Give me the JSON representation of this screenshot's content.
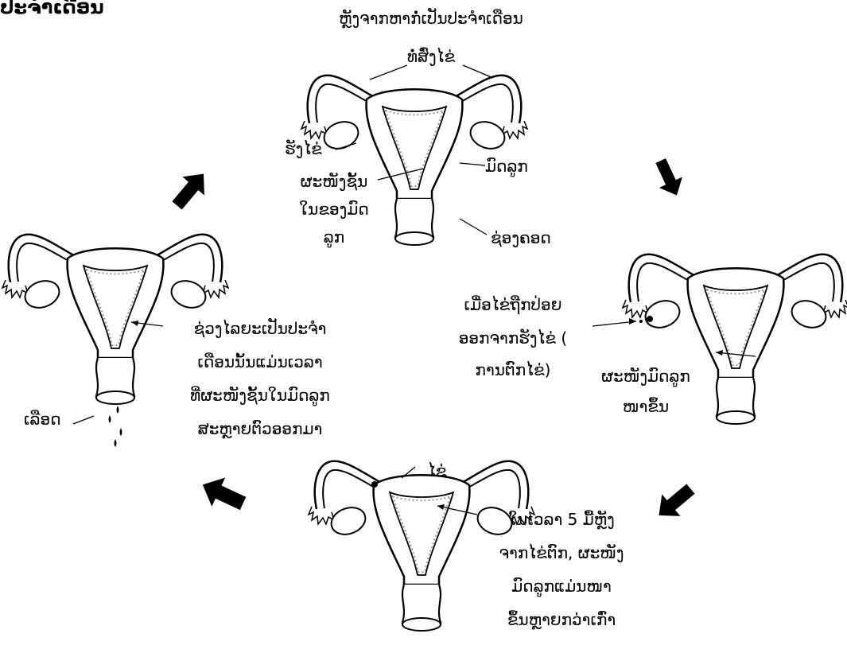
{
  "title": "ປະຈຳເດືອນ",
  "stages": {
    "top": {
      "heading_line1": "ຫຼັງຈາກຫາກໍ່ເປັນປະຈຳເດືອນ",
      "heading_line2": "ທໍ່ສົ່ງໄຂ່",
      "ovary": "ຮັງໄຂ່",
      "uterus": "ມົດລູກ",
      "lining": [
        "ຜະໜັງຊັ້ນ",
        "ໃນຂອງມົດ",
        "ລູກ"
      ],
      "vagina": "ຊ່ອງຄອດ"
    },
    "right": {
      "ovulation": [
        "ເມື່ອໄຂ່ຖືກປ່ອຍ",
        "ອອກຈາກຮັງໄຂ່ (",
        "ການຕົກໄຂ່)"
      ],
      "thickening": [
        "ຜະໜັງມົດລູກ",
        "ໜາຂຶ້ນ"
      ]
    },
    "bottom": {
      "egg": "ໄຂ່",
      "after_five_days": [
        "ໃນເວລາ 5 ມື້ຫຼັງ",
        "ຈາກໄຂ່ຕົກ, ຜະໜັງ",
        "ມົດລູກແມ່ນໜາ",
        "ຂຶ້ນຫຼາຍກວ່າເກົ່າ"
      ]
    },
    "left": {
      "menstruation": [
        "ຊ່ວງໄລຍະເປັນປະຈຳ",
        "ເດືອນນັ້ນແມ່ນເວລາ",
        "ທີ່ຜະໜັງຊັ້ນໃນມົດລູກ",
        "ສະຫຼາຍຕົວອອກມາ"
      ],
      "blood": "ເລືອດ"
    }
  },
  "colors": {
    "ink": "#000000",
    "paper": "#ffffff",
    "lining": "#9a9a9a"
  }
}
